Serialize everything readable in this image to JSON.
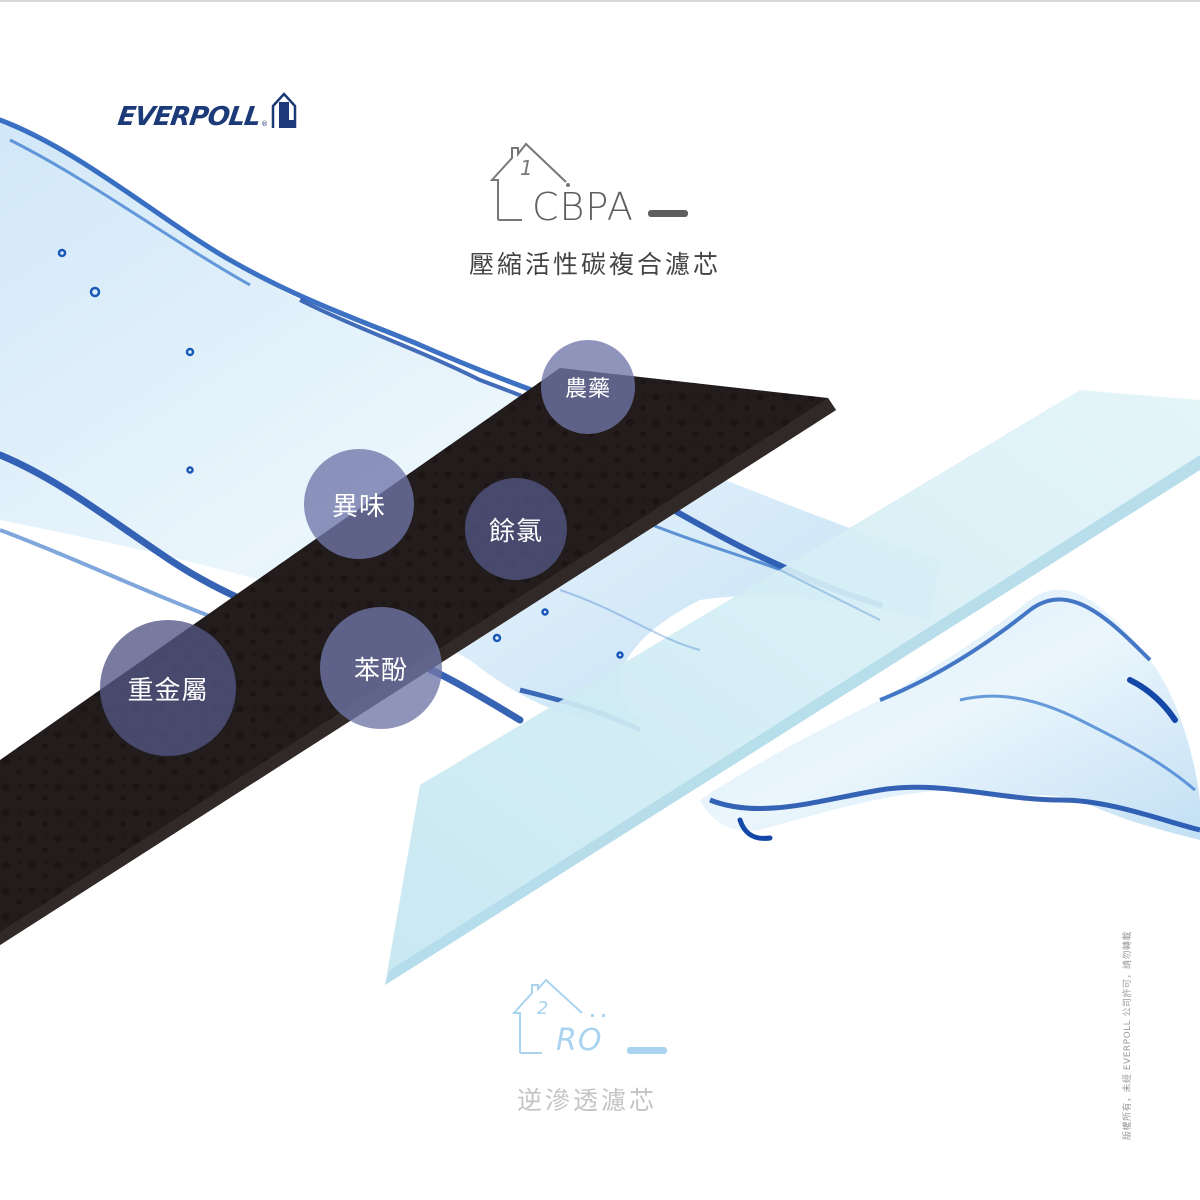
{
  "brand": {
    "logo_text": "EVERPOLL",
    "logo_mark": "®",
    "logo_icon": "house-icon",
    "color": "#1d3a78"
  },
  "stages": [
    {
      "number": "1",
      "code": "CBPA",
      "title": "壓縮活性碳複合濾芯",
      "code_color": "#5f5f5f",
      "title_color": "#444444",
      "bar_color": "#5f5f5f",
      "plate_color": "#231c1c"
    },
    {
      "number": "2",
      "code": "RO",
      "title": "逆滲透濾芯",
      "code_color": "#a9d3ef",
      "title_color": "#c4c4c4",
      "bar_color": "#a9d3ef",
      "plate_color": "#cbe9f3"
    }
  ],
  "contaminants": [
    {
      "label": "農藥",
      "tone": "light"
    },
    {
      "label": "異味",
      "tone": "light"
    },
    {
      "label": "餘氯",
      "tone": "dark"
    },
    {
      "label": "苯酚",
      "tone": "light"
    },
    {
      "label": "重金屬",
      "tone": "dark"
    }
  ],
  "watermark": "版權所有，未經 EVERPOLL 公司許可，請勿轉載",
  "colors": {
    "water_light": "#d6ecf8",
    "water_mid": "#6aaee0",
    "water_dark": "#1448a8",
    "bubble": "#525684"
  }
}
